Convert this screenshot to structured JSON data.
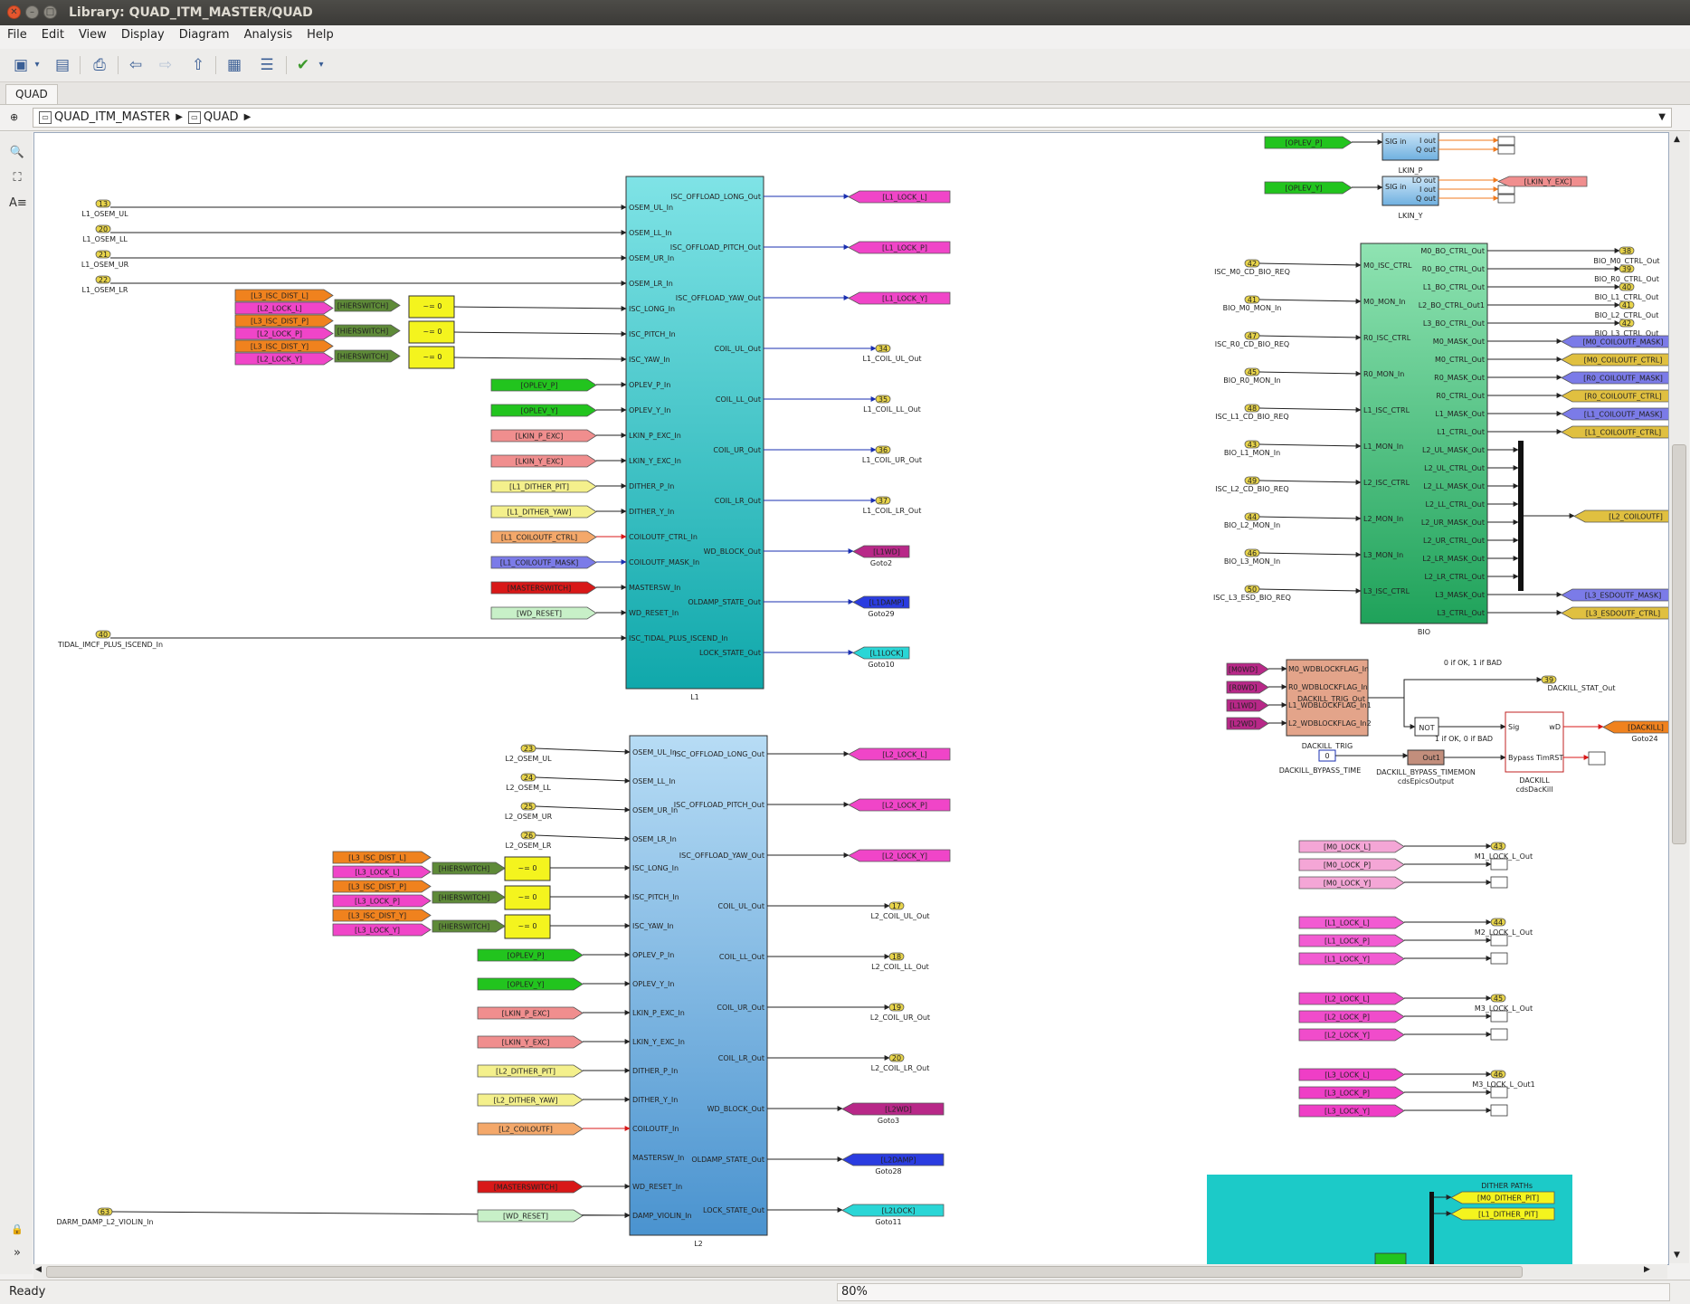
{
  "window": {
    "title": "Library: QUAD_ITM_MASTER/QUAD"
  },
  "menu": [
    "File",
    "Edit",
    "View",
    "Display",
    "Diagram",
    "Analysis",
    "Help"
  ],
  "tab": "QUAD",
  "breadcrumbs": [
    "QUAD_ITM_MASTER",
    "QUAD"
  ],
  "status": {
    "text": "Ready",
    "zoom": "80%"
  },
  "diagram": {
    "l1": {
      "name": "L1",
      "inputs": [
        "OSEM_UL_In",
        "OSEM_LL_In",
        "OSEM_UR_In",
        "OSEM_LR_In",
        "ISC_LONG_In",
        "ISC_PITCH_In",
        "ISC_YAW_In",
        "OPLEV_P_In",
        "OPLEV_Y_In",
        "LKIN_P_EXC_In",
        "LKIN_Y_EXC_In",
        "DITHER_P_In",
        "DITHER_Y_In",
        "COILOUTF_CTRL_In",
        "COILOUTF_MASK_In",
        "MASTERSW_In",
        "WD_RESET_In",
        "ISC_TIDAL_PLUS_ISCEND_In"
      ],
      "outputs": [
        "ISC_OFFLOAD_LONG_Out",
        "ISC_OFFLOAD_PITCH_Out",
        "ISC_OFFLOAD_YAW_Out",
        "COIL_UL_Out",
        "COIL_LL_Out",
        "COIL_UR_Out",
        "COIL_LR_Out",
        "WD_BLOCK_Out",
        "OLDAMP_STATE_Out",
        "LOCK_STATE_Out"
      ],
      "in_ports": [
        {
          "num": "13",
          "name": "L1_OSEM_UL"
        },
        {
          "num": "20",
          "name": "L1_OSEM_LL"
        },
        {
          "num": "21",
          "name": "L1_OSEM_UR"
        },
        {
          "num": "22",
          "name": "L1_OSEM_LR"
        }
      ],
      "tidal": {
        "num": "40",
        "name": "TIDAL_IMCF_PLUS_ISCEND_In"
      },
      "gotos_in": [
        "[OPLEV_P]",
        "[OPLEV_Y]",
        "[LKIN_P_EXC]",
        "[LKIN_Y_EXC]",
        "[L1_DITHER_PIT]",
        "[L1_DITHER_YAW]",
        "[L1_COILOUTF_CTRL]",
        "[L1_COILOUTF_MASK]",
        "[MASTERSWITCH]",
        "[WD_RESET]"
      ],
      "isc_tags": [
        "[L3_ISC_DIST_L]",
        "[L2_LOCK_L]",
        "[L3_ISC_DIST_P]",
        "[L2_LOCK_P]",
        "[L3_ISC_DIST_Y]",
        "[L2_LOCK_Y]"
      ],
      "hier": "[HIERSWITCH]",
      "switch_label": "~= 0",
      "out_tags": [
        "[L1_LOCK_L]",
        "[L1_LOCK_P]",
        "[L1_LOCK_Y]"
      ],
      "coil_outs": [
        {
          "num": "34",
          "name": "L1_COIL_UL_Out"
        },
        {
          "num": "35",
          "name": "L1_COIL_LL_Out"
        },
        {
          "num": "36",
          "name": "L1_COIL_UR_Out"
        },
        {
          "num": "37",
          "name": "L1_COIL_LR_Out"
        }
      ],
      "goto_outs": [
        {
          "tag": "[L1WD]",
          "name": "Goto2"
        },
        {
          "tag": "[L1DAMP]",
          "name": "Goto29"
        },
        {
          "tag": "[L1LOCK]",
          "name": "Goto10"
        }
      ]
    },
    "l2": {
      "name": "L2",
      "inputs": [
        "OSEM_UL_In",
        "OSEM_LL_In",
        "OSEM_UR_In",
        "OSEM_LR_In",
        "ISC_LONG_In",
        "ISC_PITCH_In",
        "ISC_YAW_In",
        "OPLEV_P_In",
        "OPLEV_Y_In",
        "LKIN_P_EXC_In",
        "LKIN_Y_EXC_In",
        "DITHER_P_In",
        "DITHER_Y_In",
        "COILOUTF_In",
        "MASTERSW_In",
        "WD_RESET_In",
        "DAMP_VIOLIN_In"
      ],
      "outputs": [
        "ISC_OFFLOAD_LONG_Out",
        "ISC_OFFLOAD_PITCH_Out",
        "ISC_OFFLOAD_YAW_Out",
        "COIL_UL_Out",
        "COIL_LL_Out",
        "COIL_UR_Out",
        "COIL_LR_Out",
        "WD_BLOCK_Out",
        "OLDAMP_STATE_Out",
        "LOCK_STATE_Out"
      ],
      "in_ports": [
        {
          "num": "23",
          "name": "L2_OSEM_UL"
        },
        {
          "num": "24",
          "name": "L2_OSEM_LL"
        },
        {
          "num": "25",
          "name": "L2_OSEM_UR"
        },
        {
          "num": "26",
          "name": "L2_OSEM_LR"
        }
      ],
      "violin": {
        "num": "63",
        "name": "DARM_DAMP_L2_VIOLIN_In"
      },
      "gotos_in": [
        "[OPLEV_P]",
        "[OPLEV_Y]",
        "[LKIN_P_EXC]",
        "[LKIN_Y_EXC]",
        "[L2_DITHER_PIT]",
        "[L2_DITHER_YAW]",
        "[L2_COILOUTF]",
        "[MASTERSWITCH]",
        "[WD_RESET]"
      ],
      "isc_tags": [
        "[L3_ISC_DIST_L]",
        "[L3_LOCK_L]",
        "[L3_ISC_DIST_P]",
        "[L3_LOCK_P]",
        "[L3_ISC_DIST_Y]",
        "[L3_LOCK_Y]"
      ],
      "out_tags": [
        "[L2_LOCK_L]",
        "[L2_LOCK_P]",
        "[L2_LOCK_Y]"
      ],
      "coil_outs": [
        {
          "num": "17",
          "name": "L2_COIL_UL_Out"
        },
        {
          "num": "18",
          "name": "L2_COIL_LL_Out"
        },
        {
          "num": "19",
          "name": "L2_COIL_UR_Out"
        },
        {
          "num": "20",
          "name": "L2_COIL_LR_Out"
        }
      ],
      "goto_outs": [
        {
          "tag": "[L2WD]",
          "name": "Goto3"
        },
        {
          "tag": "[L2DAMP]",
          "name": "Goto28"
        },
        {
          "tag": "[L2LOCK]",
          "name": "Goto11"
        }
      ]
    },
    "lkin": [
      {
        "goto": "[OPLEV_P]",
        "sig": "SIG in",
        "outs": [
          "I out",
          "Q out"
        ],
        "name": "LKIN_P"
      },
      {
        "goto": "[OPLEV_Y]",
        "sig": "SIG in",
        "outs": [
          "LO out",
          "I out",
          "Q out"
        ],
        "name": "LKIN_Y",
        "tag": "[LKIN_Y_EXC]"
      }
    ],
    "bio": {
      "name": "BIO",
      "inputs": [
        "M0_ISC_CTRL",
        "M0_MON_In",
        "R0_ISC_CTRL",
        "R0_MON_In",
        "L1_ISC_CTRL",
        "L1_MON_In",
        "L2_ISC_CTRL",
        "L2_MON_In",
        "L3_MON_In",
        "L3_ISC_CTRL"
      ],
      "in_ports": [
        {
          "num": "42",
          "name": "ISC_M0_CD_BIO_REQ"
        },
        {
          "num": "41",
          "name": "BIO_M0_MON_In"
        },
        {
          "num": "47",
          "name": "ISC_R0_CD_BIO_REQ"
        },
        {
          "num": "45",
          "name": "BIO_R0_MON_In"
        },
        {
          "num": "48",
          "name": "ISC_L1_CD_BIO_REQ"
        },
        {
          "num": "43",
          "name": "BIO_L1_MON_In"
        },
        {
          "num": "49",
          "name": "ISC_L2_CD_BIO_REQ"
        },
        {
          "num": "44",
          "name": "BIO_L2_MON_In"
        },
        {
          "num": "46",
          "name": "BIO_L3_MON_In"
        },
        {
          "num": "50",
          "name": "ISC_L3_ESD_BIO_REQ"
        }
      ],
      "outputs": [
        "M0_BO_CTRL_Out",
        "R0_BO_CTRL_Out",
        "L1_BO_CTRL_Out",
        "L2_BO_CTRL_Out1",
        "L3_BO_CTRL_Out",
        "M0_MASK_Out",
        "M0_CTRL_Out",
        "R0_MASK_Out",
        "R0_CTRL_Out",
        "L1_MASK_Out",
        "L1_CTRL_Out",
        "L2_UL_MASK_Out",
        "L2_UL_CTRL_Out",
        "L2_LL_MASK_Out",
        "L2_LL_CTRL_Out",
        "L2_UR_MASK_Out",
        "L2_UR_CTRL_Out",
        "L2_LR_MASK_Out",
        "L2_LR_CTRL_Out",
        "L3_MASK_Out",
        "L3_CTRL_Out"
      ],
      "bo_outs": [
        {
          "num": "38",
          "name": "BIO_M0_CTRL_Out"
        },
        {
          "num": "39",
          "name": "BIO_R0_CTRL_Out"
        },
        {
          "num": "40",
          "name": "BIO_L1_CTRL_Out"
        },
        {
          "num": "41",
          "name": "BIO_L2_CTRL_Out"
        },
        {
          "num": "42",
          "name": "BIO_L3_CTRL_Out"
        }
      ],
      "tags": [
        "[M0_COILOUTF_MASK]",
        "[M0_COILOUTF_CTRL]",
        "[R0_COILOUTF_MASK]",
        "[R0_COILOUTF_CTRL]",
        "[L1_COILOUTF_MASK]",
        "[L1_COILOUTF_CTRL]"
      ],
      "l2_tag": "[L2_COILOUTF]",
      "l3_tags": [
        "[L3_ESDOUTF_MASK]",
        "[L3_ESDOUTF_CTRL]"
      ]
    },
    "dackill": {
      "froms": [
        "[M0WD]",
        "[R0WD]",
        "[L1WD]",
        "[L2WD]"
      ],
      "trig_inputs": [
        "M0_WDBLOCKFLAG_In",
        "R0_WDBLOCKFLAG_In",
        "L1_WDBLOCKFLAG_In1",
        "L2_WDBLOCKFLAG_In2"
      ],
      "trig_out": "DACKILL_TRIG_Out",
      "trig_name": "DACKILL_TRIG",
      "note1": "0 if OK, 1 if BAD",
      "note2": "1 if OK, 0 if BAD",
      "stat": {
        "num": "39",
        "name": "DACKILL_STAT_Out"
      },
      "not": "NOT",
      "const": "0",
      "bypass_name": "DACKILL_BYPASS_TIME",
      "monitor": {
        "out": "Out1",
        "name": "DACKILL_BYPASS_TIMEMON",
        "sub": "cdsEpicsOutput"
      },
      "block": {
        "sig": "Sig",
        "wd": "wD",
        "bypass": "Bypass TimRST",
        "name": "DACKILL",
        "sub": "cdsDacKill"
      },
      "goto": {
        "tag": "[DACKILL]",
        "name": "Goto24"
      }
    },
    "lock_out": [
      {
        "froms": [
          "[M0_LOCK_L]",
          "[M0_LOCK_P]",
          "[M0_LOCK_Y]"
        ],
        "num": "43",
        "name": "M1_LOCK_L_Out",
        "color": "#f4a6d6"
      },
      {
        "froms": [
          "[L1_LOCK_L]",
          "[L1_LOCK_P]",
          "[L1_LOCK_Y]"
        ],
        "num": "44",
        "name": "M2_LOCK_L_Out",
        "color": "#f25bd2"
      },
      {
        "froms": [
          "[L2_LOCK_L]",
          "[L2_LOCK_P]",
          "[L2_LOCK_Y]"
        ],
        "num": "45",
        "name": "M3_LOCK_L_Out",
        "color": "#f04ccb"
      },
      {
        "froms": [
          "[L3_LOCK_L]",
          "[L3_LOCK_P]",
          "[L3_LOCK_Y]"
        ],
        "num": "46",
        "name": "M3_LOCK_L_Out1",
        "color": "#ef3ec6"
      }
    ],
    "dither": {
      "title": "DITHER PATHs",
      "tags": [
        "[M0_DITHER_PIT]",
        "[L1_DITHER_PIT]"
      ]
    }
  },
  "colors": {
    "l1": "#1ec6c9",
    "l2": "#70b5e6",
    "bio": "#2fb56b",
    "trig": "#e3a48a",
    "orange": "#f0821e",
    "magenta": "#f045c8",
    "olive": "#5e8a38",
    "yellow": "#f4f41e",
    "green": "#22c41e",
    "salmon": "#f08e8e",
    "paleyellow": "#f4f08c",
    "lightgreen": "#c8f0c8",
    "red": "#d81818",
    "blue": "#3b47e6",
    "cyan": "#2ad6d6",
    "gold": "#e0c040",
    "periwinkle": "#7b7be8"
  }
}
